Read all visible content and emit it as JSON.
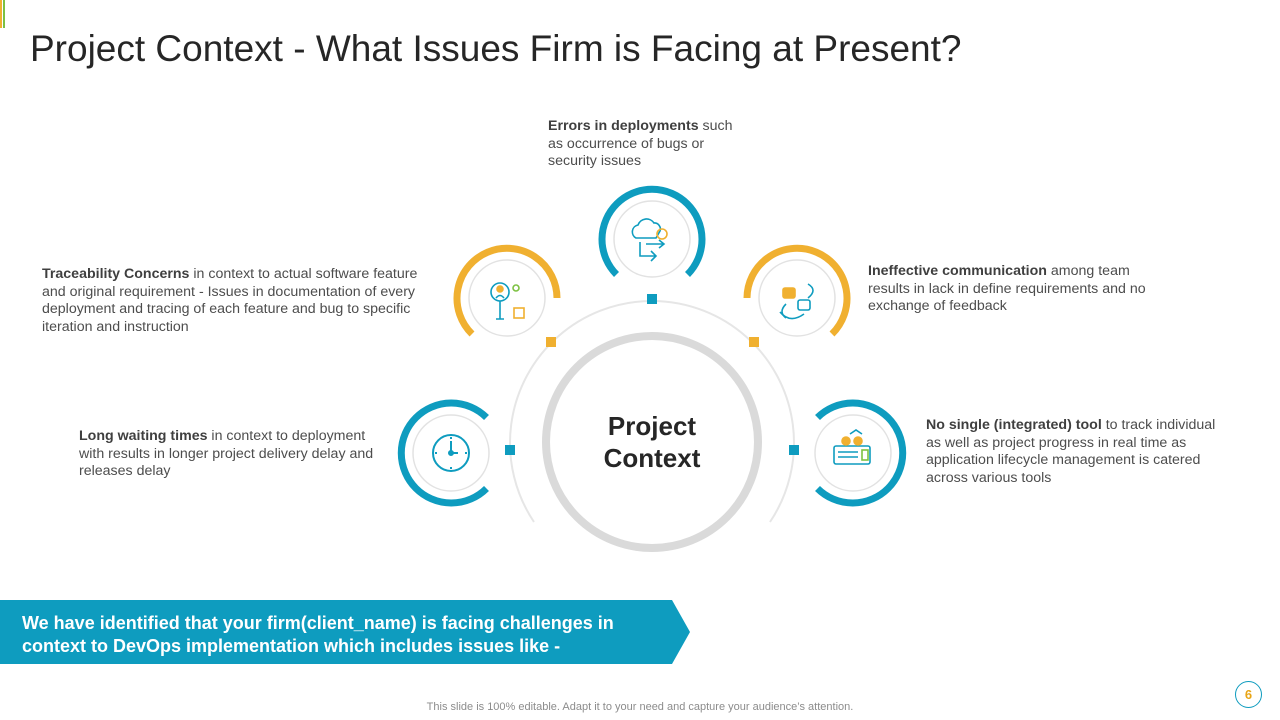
{
  "title": "Project Context - What Issues Firm is Facing at Present?",
  "center": {
    "line1": "Project",
    "line2": "Context"
  },
  "items": [
    {
      "bold": "Errors in deployments",
      "rest": " such as occurrence of bugs or security issues",
      "icon": "cloud-gear-icon",
      "color": "#0e9cbf"
    },
    {
      "bold": "Traceability Concerns",
      "rest": " in context to actual software feature and original requirement - Issues in documentation of every deployment and tracing of each feature and bug to specific iteration and instruction",
      "icon": "magnifier-person-icon",
      "color": "#f0b030"
    },
    {
      "bold": "Ineffective communication",
      "rest": " among team results in lack in define requirements and no exchange of feedback",
      "icon": "communication-icon",
      "color": "#f0b030"
    },
    {
      "bold": "Long waiting times",
      "rest": " in context to deployment with results in longer project delivery delay and releases delay",
      "icon": "clock-icon",
      "color": "#0e9cbf"
    },
    {
      "bold": "No single (integrated) tool",
      "rest": " to track individual as well as project progress in real time  as application lifecycle management is catered across various tools",
      "icon": "integrated-tool-icon",
      "color": "#0e9cbf"
    }
  ],
  "banner": {
    "line1": "We have identified that your firm(client_name) is facing challenges in",
    "line2": "context to DevOps implementation which includes issues like -",
    "color": "#0e9cbf"
  },
  "footer": "This slide is 100% editable. Adapt it to your need and capture your audience’s attention.",
  "page_number": "6",
  "colors": {
    "teal": "#0e9cbf",
    "gold": "#f0b030",
    "gray_ring": "#dadada",
    "accent_green": "#7dc142"
  }
}
